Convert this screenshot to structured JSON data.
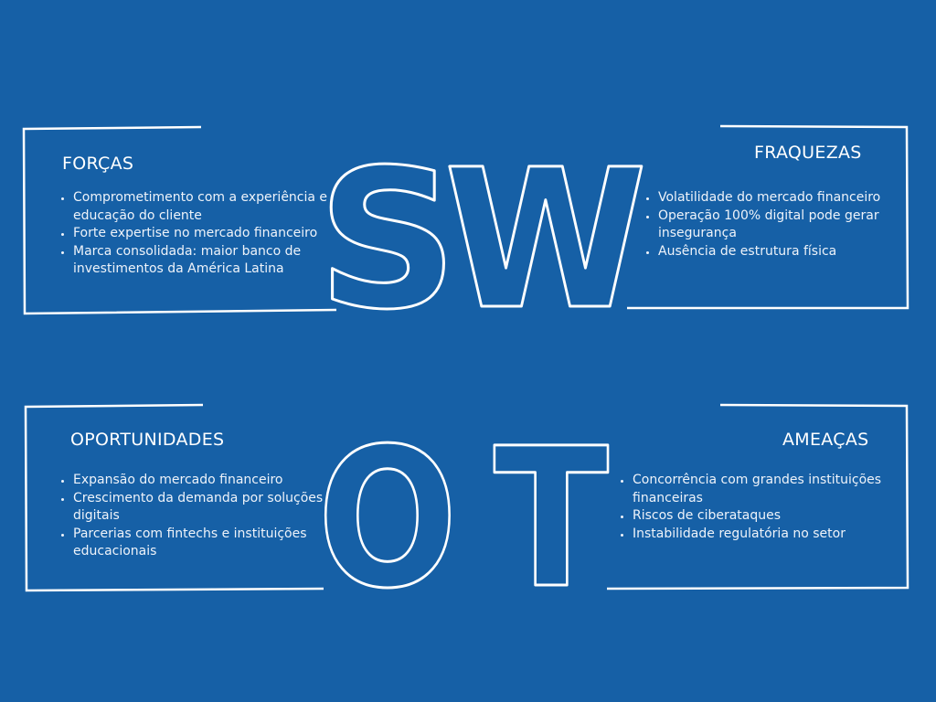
{
  "colors": {
    "background": "#1660a6",
    "outline": "#ffffff",
    "text": "#ffffff"
  },
  "letters": [
    "S",
    "W",
    "O",
    "T"
  ],
  "quadrants": {
    "strengths": {
      "title": "FORÇAS",
      "items": [
        "Comprometimento com a experiência e educação do cliente",
        "Forte expertise no mercado financeiro",
        "Marca consolidada: maior banco de investimentos da América Latina"
      ]
    },
    "weaknesses": {
      "title": "FRAQUEZAS",
      "items": [
        "Volatilidade do mercado financeiro",
        "Operação 100% digital pode gerar insegurança",
        "Ausência de estrutura física"
      ]
    },
    "opportunities": {
      "title": "OPORTUNIDADES",
      "items": [
        "Expansão do mercado financeiro",
        "Crescimento da demanda por soluções digitais",
        "Parcerias com fintechs e instituições educacionais"
      ]
    },
    "threats": {
      "title": "AMEAÇAS",
      "items": [
        "Concorrência com grandes instituições financeiras",
        "Riscos de ciberataques",
        "Instabilidade regulatória no setor"
      ]
    }
  }
}
